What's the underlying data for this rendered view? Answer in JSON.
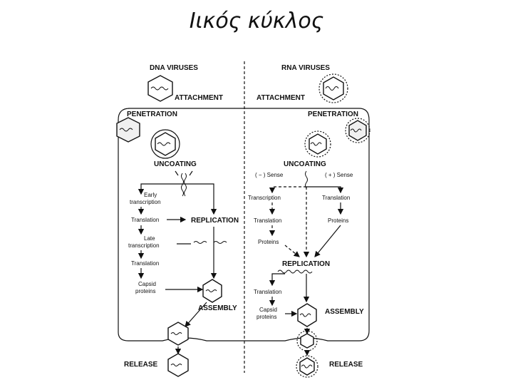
{
  "slide_title": "Ιικός κύκλος",
  "dna": {
    "header": "DNA VIRUSES",
    "attachment": "ATTACHMENT",
    "penetration": "PENETRATION",
    "uncoating": "UNCOATING",
    "early_transcription": [
      "Early",
      "transcription"
    ],
    "translation1": "Translation",
    "replication": "REPLICATION",
    "late_transcription": [
      "Late",
      "transcription"
    ],
    "translation2": "Translation",
    "capsid_proteins": [
      "Capsid",
      "proteins"
    ],
    "assembly": "ASSEMBLY",
    "release": "RELEASE"
  },
  "rna": {
    "header": "RNA VIRUSES",
    "attachment": "ATTACHMENT",
    "penetration": "PENETRATION",
    "uncoating": "UNCOATING",
    "minus_sense": "( − ) Sense",
    "plus_sense": "( + ) Sense",
    "transcription": "Transcription",
    "translation1": "Translation",
    "translation2": "Translation",
    "proteins_left": "Proteins",
    "proteins_right": "Proteins",
    "replication": "REPLICATION",
    "translation3": "Translation",
    "capsid_proteins": [
      "Capsid",
      "proteins"
    ],
    "assembly": "ASSEMBLY",
    "release": "RELEASE"
  }
}
